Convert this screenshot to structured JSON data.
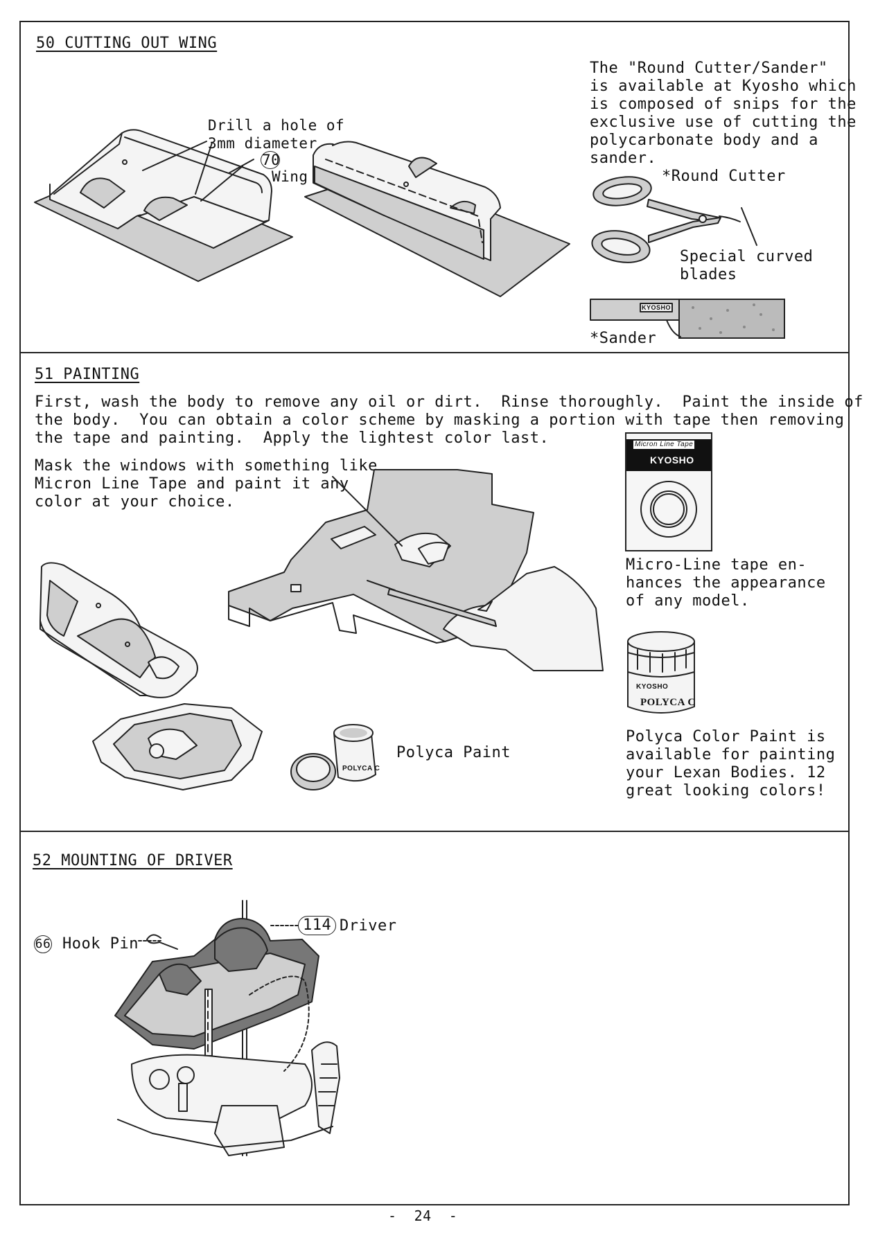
{
  "sections": {
    "s50": {
      "heading": "50 CUTTING OUT WING",
      "callout_drill_1": "Drill a hole of",
      "callout_drill_2": "3mm diameter.",
      "callout_part_no": "70",
      "callout_part_name": "Wing",
      "info_lines": [
        "The \"Round Cutter/Sander\"",
        "is available at Kyosho which",
        "is composed of snips for the",
        "exclusive use of cutting the",
        "polycarbonate body and a",
        "sander."
      ],
      "round_cutter_label": "*Round Cutter",
      "blades_label_1": "Special curved",
      "blades_label_2": "blades",
      "sander_label": "*Sander",
      "sander_brand": "KYOSHO"
    },
    "s51": {
      "heading": "51 PAINTING",
      "intro_lines": [
        "First, wash the body to remove any oil or dirt.  Rinse thoroughly.  Paint the inside of",
        "the body.  You can obtain a color scheme by masking a portion with tape then removing",
        "the tape and painting.  Apply the lightest color last."
      ],
      "mask_lines": [
        "Mask the windows with something like",
        "Micron Line Tape and paint it any",
        "color at your choice."
      ],
      "tape_pack_title": "Micron Line Tape",
      "tape_pack_brand": "KYOSHO",
      "tape_lines": [
        "Micro-Line tape en-",
        "hances the appearance",
        "of any model."
      ],
      "jar_brand": "KYOSHO",
      "jar_label": "POLYCA C",
      "small_jar_label": "POLYCA C",
      "polyca_paint_label": "Polyca Paint",
      "polyca_lines": [
        "Polyca Color Paint is",
        "available for painting",
        "your Lexan Bodies. 12",
        "great looking colors!"
      ]
    },
    "s52": {
      "heading": "52 MOUNTING OF DRIVER",
      "hook_pin_no": "66",
      "hook_pin_label": "Hook Pin",
      "driver_no": "114",
      "driver_label": "Driver"
    }
  },
  "page_number": "-  24  -"
}
